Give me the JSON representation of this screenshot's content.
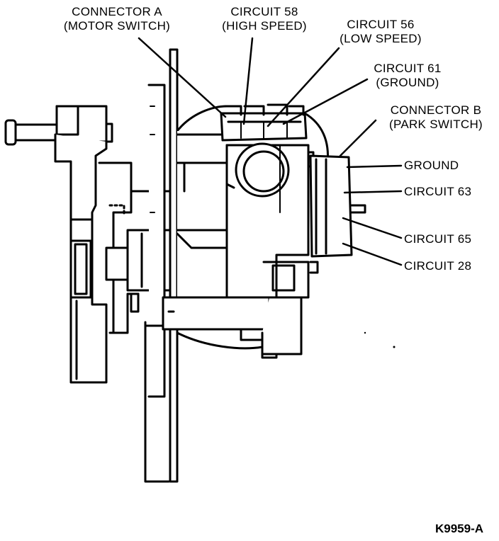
{
  "labels": {
    "connector_a": "CONNECTOR A",
    "connector_a_sub": "(MOTOR SWITCH)",
    "circuit_58": "CIRCUIT 58",
    "circuit_58_sub": "(HIGH SPEED)",
    "circuit_56": "CIRCUIT 56",
    "circuit_56_sub": "(LOW SPEED)",
    "circuit_61": "CIRCUIT 61",
    "circuit_61_sub": "(GROUND)",
    "connector_b": "CONNECTOR B",
    "connector_b_sub": "(PARK SWITCH)",
    "ground": "GROUND",
    "circuit_63": "CIRCUIT 63",
    "circuit_65": "CIRCUIT 65",
    "circuit_28": "CIRCUIT 28"
  },
  "figure_id": "K9959-A",
  "colors": {
    "ink": "#000000",
    "paper": "#ffffff"
  }
}
